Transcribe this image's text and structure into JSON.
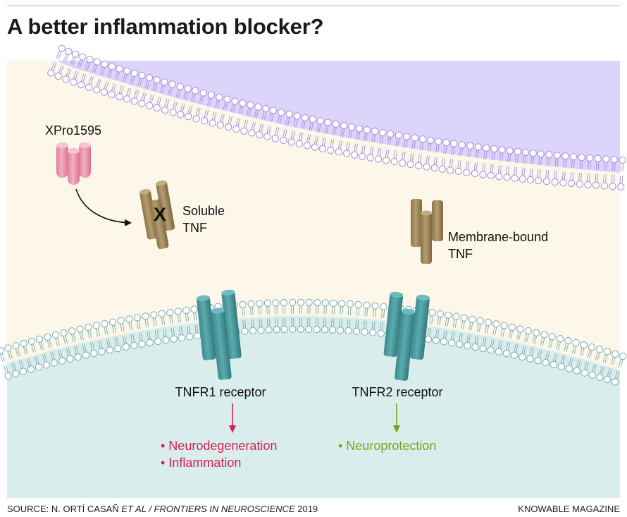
{
  "title": "A better inflammation blocker?",
  "labels": {
    "drug": "XPro1595",
    "soluble_line1": "Soluble",
    "soluble_line2": "TNF",
    "membrane_line1": "Membrane-bound",
    "membrane_line2": "TNF",
    "block_mark": "X",
    "receptor1": "TNFR1 receptor",
    "receptor2": "TNFR2 receptor",
    "effect1a": "• Neurodegeneration",
    "effect1b": "• Inflammation",
    "effect2": "• Neuroprotection"
  },
  "source": {
    "prefix": "SOURCE: N. ORTÍ CASAÑ ",
    "italic": "ET AL / FRONTIERS IN NEUROSCIENCE",
    "suffix": " 2019"
  },
  "credit": "KNOWABLE MAGAZINE",
  "colors": {
    "background": "#fdf7e9",
    "upper_cell": "#dcd4fb",
    "lower_cell": "#d9eeec",
    "upper_membrane": "#a58cdf",
    "lower_membrane": "#7aaab0",
    "xpro": "#ec95ab",
    "tnf": "#a08b5e",
    "receptor": "#4a9a9d",
    "harmful": "#d91f4e",
    "protective": "#7f9f1e"
  }
}
